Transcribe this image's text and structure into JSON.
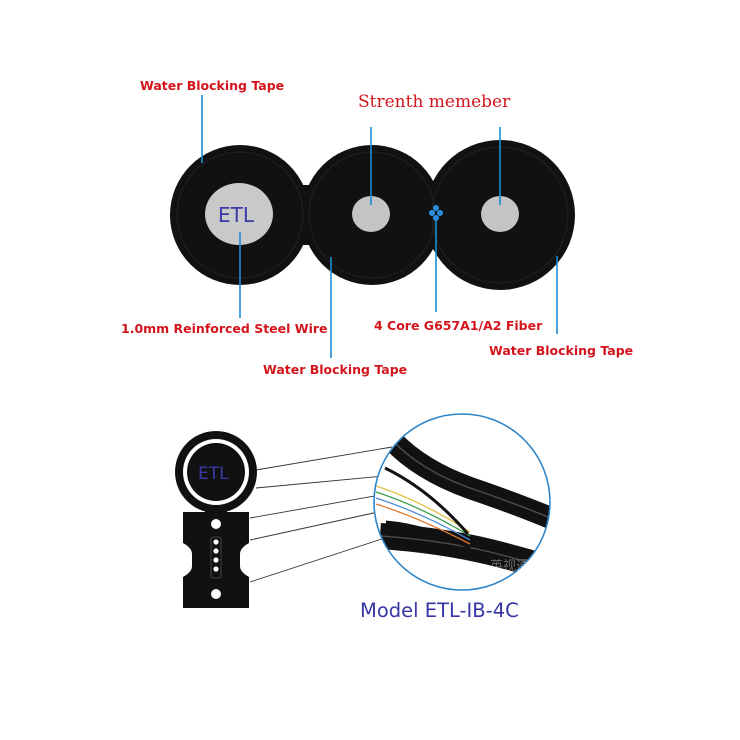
{
  "colors": {
    "label_red": "#d4141c",
    "leader_blue": "#1c8fd0",
    "brand_blue": "#3a3aa8",
    "cable_black": "#111111",
    "core_gray": "#c9c9c9"
  },
  "top_diagram": {
    "labels": {
      "water_blocking_tape_outer": "Water Blocking Tape",
      "strength_member": "Strenth memeber",
      "steel_wire": "1.0mm Reinforced Steel Wire",
      "water_blocking_tape_middle": "Water Blocking Tape",
      "fiber": "4 Core G657A1/A2 Fiber",
      "water_blocking_tape_right": "Water Blocking Tape"
    },
    "brand_mark": "ETL"
  },
  "bottom_diagram": {
    "brand_mark": "ETL",
    "model": "Model ETL-IB-4C",
    "magnifier_watermark": "英视通"
  }
}
